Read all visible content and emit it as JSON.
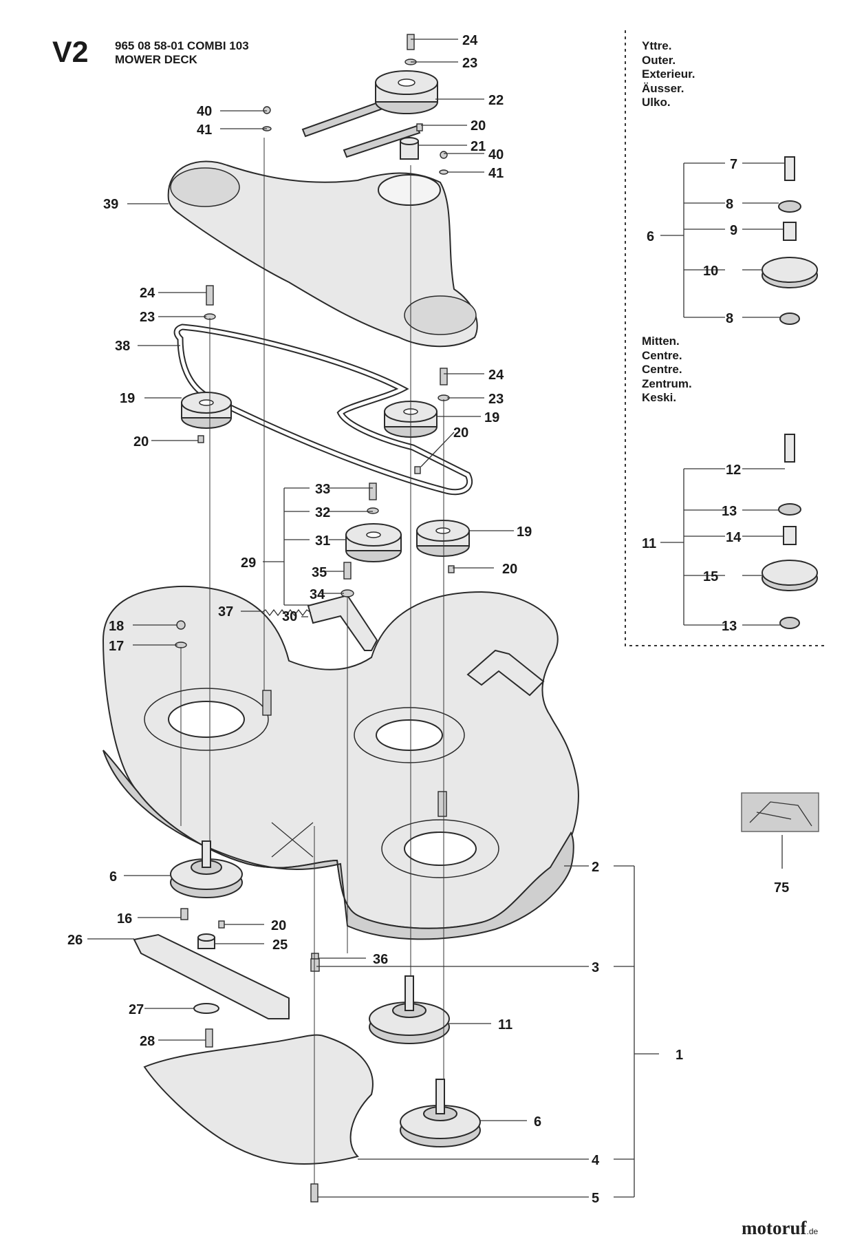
{
  "header": {
    "page_code": "V2",
    "title_line1": "965 08 58-01 COMBI 103",
    "title_line2": "MOWER DECK"
  },
  "inset_outer": {
    "languages": [
      "Yttre.",
      "Outer.",
      "Exterieur.",
      "Äusser.",
      "Ulko."
    ],
    "assembly": "6",
    "parts": [
      "7",
      "8",
      "9",
      "10",
      "8"
    ]
  },
  "inset_centre": {
    "languages": [
      "Mitten.",
      "Centre.",
      "Centre.",
      "Zentrum.",
      "Keski."
    ],
    "assembly": "11",
    "parts": [
      "12",
      "13",
      "14",
      "15",
      "13"
    ]
  },
  "callouts": [
    "24",
    "23",
    "22",
    "40",
    "41",
    "20",
    "21",
    "40",
    "41",
    "39",
    "24",
    "23",
    "38",
    "24",
    "23",
    "19",
    "19",
    "20",
    "20",
    "33",
    "32",
    "31",
    "29",
    "19",
    "35",
    "20",
    "34",
    "37",
    "30",
    "18",
    "17",
    "6",
    "16",
    "20",
    "26",
    "25",
    "36",
    "27",
    "28",
    "11",
    "6",
    "75"
  ],
  "assembly_group": {
    "assembly": "1",
    "parts": [
      "2",
      "3",
      "4",
      "5"
    ]
  },
  "brand": {
    "name": "motoruf",
    "tld": ".de"
  },
  "colors": {
    "ink": "#1a1a1a",
    "part_fill": "#e6e6e6",
    "part_stroke": "#2a2a2a"
  }
}
